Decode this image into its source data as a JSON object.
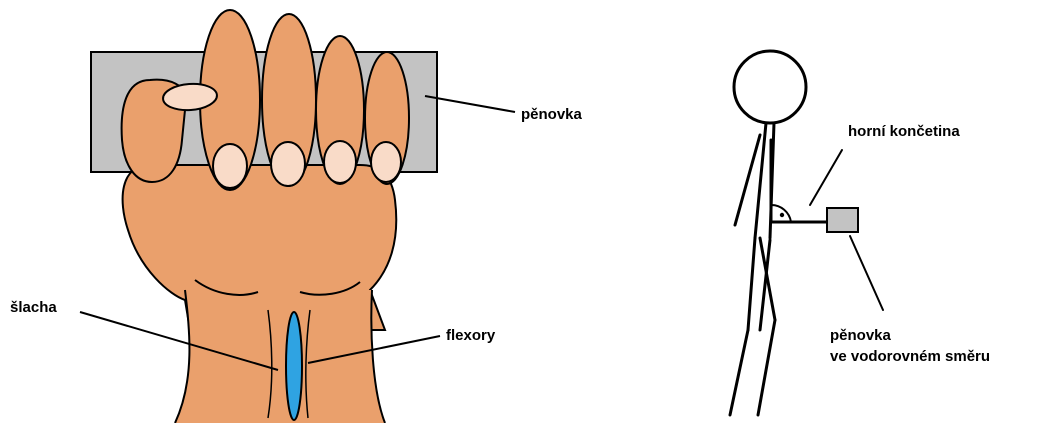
{
  "colors": {
    "skin": "#EAA06C",
    "skin_dark": "#C47A49",
    "foam": "#C3C3C3",
    "nail": "#F9DBC8",
    "tendon_blue": "#2FA3E2",
    "ink": "#000000"
  },
  "hand_diagram": {
    "label_foam": "pěnovka",
    "label_tendon": "šlacha",
    "label_flexors": "flexory"
  },
  "figure_diagram": {
    "label_upper_limb": "horní končetina",
    "label_foam_line1": "pěnovka",
    "label_foam_line2": "ve vodorovném směru"
  }
}
